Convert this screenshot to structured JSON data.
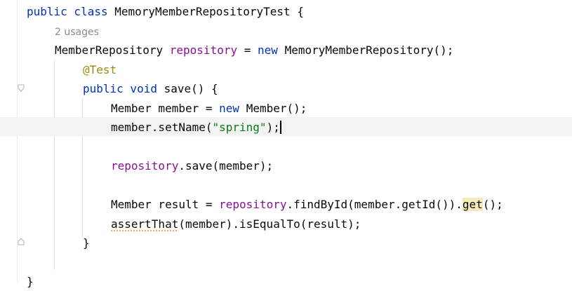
{
  "code": {
    "class_kw": "public class",
    "class_name": "MemoryMemberRepositoryTest {",
    "usages_hint": "2 usages",
    "field_type": "MemberRepository",
    "field_name": "repository",
    "field_eq": "=",
    "field_new": "new",
    "field_init": "MemoryMemberRepository();",
    "annotation": "@Test",
    "method_kw": "public void",
    "method_sig": "save() {",
    "l1_decl": "Member member =",
    "l1_new": "new",
    "l1_tail": "Member();",
    "l2_call": "member.setName(",
    "l2_str": "\"spring\"",
    "l2_tail": ");",
    "l3_field": "repository",
    "l3_tail": ".save(member);",
    "l4_decl": "Member result =",
    "l4_field": "repository",
    "l4_mid": ".findById(member.getId()).",
    "l4_get": "get",
    "l4_tail": "();",
    "l5_call": "assertThat",
    "l5_tail": "(member).isEqualTo(result);",
    "method_close": "}",
    "class_close": "}"
  }
}
